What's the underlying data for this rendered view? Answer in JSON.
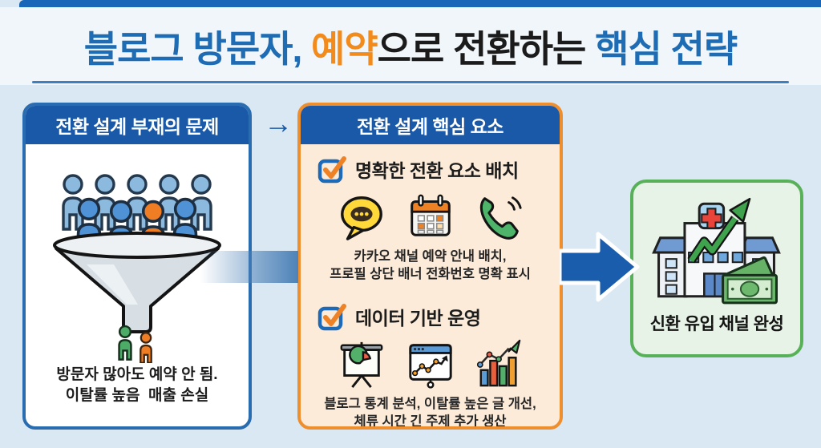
{
  "title": {
    "segments": [
      {
        "text": "블로그 방문자, ",
        "color": "#1e6cb4"
      },
      {
        "text": "예약",
        "color": "#f28b1c"
      },
      {
        "text": "으로 전환하는 ",
        "color": "#1b1b1b"
      },
      {
        "text": "핵심 전략",
        "color": "#1e6cb4"
      }
    ]
  },
  "flow": {
    "small_arrow": "→"
  },
  "problem_panel": {
    "header": "전환 설계 부재의 문제",
    "illustration": "visitor-funnel-icon",
    "caption_line1": "방문자 많아도 예약 안 됨.",
    "caption_line2": "이탈률 높음  매출 손실"
  },
  "solution_panel": {
    "header": "전환 설계 핵심 요소",
    "sections": [
      {
        "title": "명확한 전환 요소 배치",
        "icons": [
          "kakao-chat-bubble-icon",
          "calendar-icon",
          "phone-icon"
        ],
        "caption_line1": "카카오 채널 예약 안내 배치,",
        "caption_line2": "프로필 상단 배너 전화번호 명확 표시"
      },
      {
        "title": "데이터 기반 운영",
        "icons": [
          "pie-chart-board-icon",
          "line-chart-window-icon",
          "bar-chart-icon"
        ],
        "caption_line1": "블로그 통계 분석, 이탈률 높은 글 개선,",
        "caption_line2": "체류 시간 긴 주제 추가 생산"
      }
    ]
  },
  "result_panel": {
    "illustration": "hospital-growth-icon",
    "caption": "신환 유입 채널 완성"
  },
  "colors": {
    "top_bar": "#1766b8",
    "panel_header_blue": "#1a58a8",
    "problem_border_blue": "#2a6cb0",
    "solution_border_orange": "#ee8e2c",
    "solution_background": "#fcebd9",
    "result_border_green": "#58b158",
    "result_background": "#e7f3e6",
    "title_blue": "#1e6cb4",
    "title_orange": "#f28b1c",
    "flow_arrow_blue": "#1a5dac",
    "background": "#d9e8f2"
  }
}
